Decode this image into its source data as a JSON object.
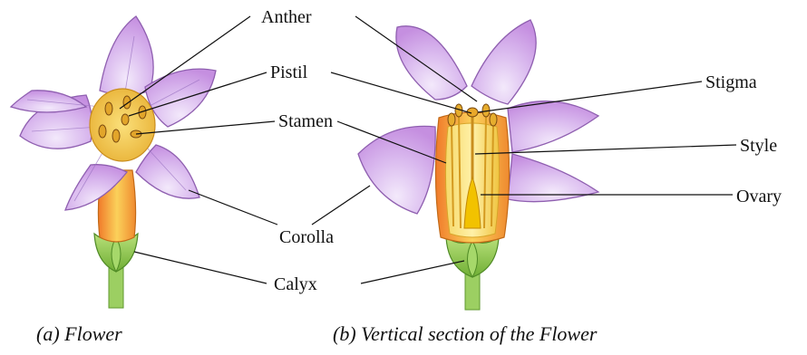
{
  "labels": {
    "anther": "Anther",
    "pistil": "Pistil",
    "stamen": "Stamen",
    "corolla": "Corolla",
    "calyx": "Calyx",
    "stigma": "Stigma",
    "style": "Style",
    "ovary": "Ovary"
  },
  "captions": {
    "a": "(a)  Flower",
    "b": "(b) Vertical section of the Flower"
  },
  "colors": {
    "petal": "#d7b3ea",
    "petal_edge": "#8f5fb0",
    "petal_tip": "#e38fcd",
    "center": "#f1c54a",
    "tube": "#f4b24a",
    "sepal": "#8cc94d",
    "stem": "#9ccf62",
    "ovary": "#f2c200"
  }
}
